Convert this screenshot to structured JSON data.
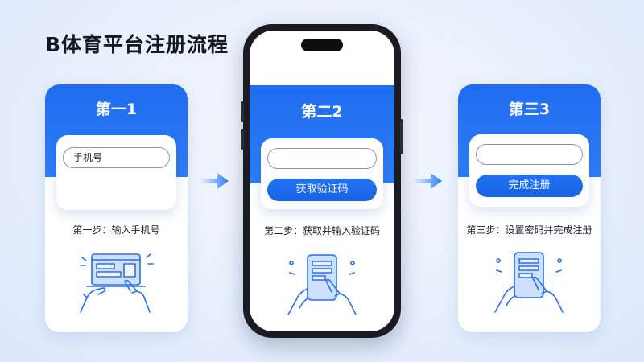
{
  "page": {
    "title": "B体育平台注册流程"
  },
  "steps": [
    {
      "header": "第一1",
      "field_value": "手机号",
      "caption": "第一步：输入手机号"
    },
    {
      "header": "第二2",
      "field_value": "",
      "button_label": "获取验证码",
      "caption": "第二步：获取并输入验证码"
    },
    {
      "header": "第三3",
      "field_value": "",
      "button_label": "完成注册",
      "caption": "第三步：设置密码并完成注册"
    }
  ],
  "colors": {
    "accent": "#1f6cf0",
    "icon_line": "#2a6fe8",
    "icon_fill": "#cfe0ff",
    "title": "#14181f",
    "phone_frame": "#1a1c21"
  },
  "icons": {
    "arrow": "chevron-right-arrow",
    "step1": "hands-touching-laptop",
    "step2": "hands-holding-phone",
    "step3": "hands-holding-phone"
  }
}
